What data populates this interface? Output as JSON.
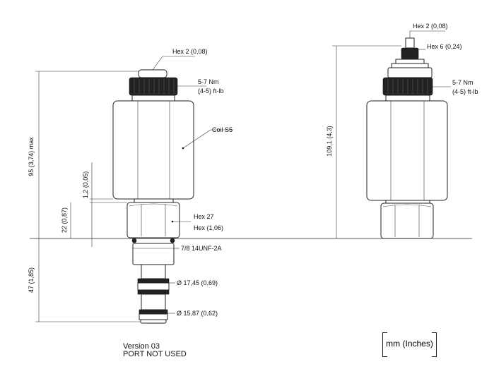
{
  "left_view": {
    "hex_top_label": "Hex 2 (0,08)",
    "torque_top_label": "5-7 Nm",
    "torque_bottom_label": "(4-5) ft-lb",
    "coil_label": "Coil S5",
    "hex_body_label": "Hex 27",
    "hex_body_sub_label": "Hex (1,06)",
    "thread_label": "7/8 14UNF-2A",
    "dia1_label": "Ø 17,45 (0,69)",
    "dia2_label": "Ø 15,87 (0,62)",
    "dim_overall": "95 (3,74) max",
    "dim_gap": "1,2 (0,05)",
    "dim_hex": "22 (0,87)",
    "dim_cartridge": "47 (1,85)"
  },
  "right_view": {
    "hex_top_label": "Hex 2 (0,08)",
    "hex_nut_label": "Hex 6 (0,24)",
    "torque_top_label": "5-7 Nm",
    "torque_bottom_label": "(4-5) ft-lb",
    "dim_overall": "109,1 (4,3)"
  },
  "footer": {
    "version_label": "Version 03",
    "port_label": "PORT NOT USED",
    "units_label": "mm (Inches)"
  }
}
